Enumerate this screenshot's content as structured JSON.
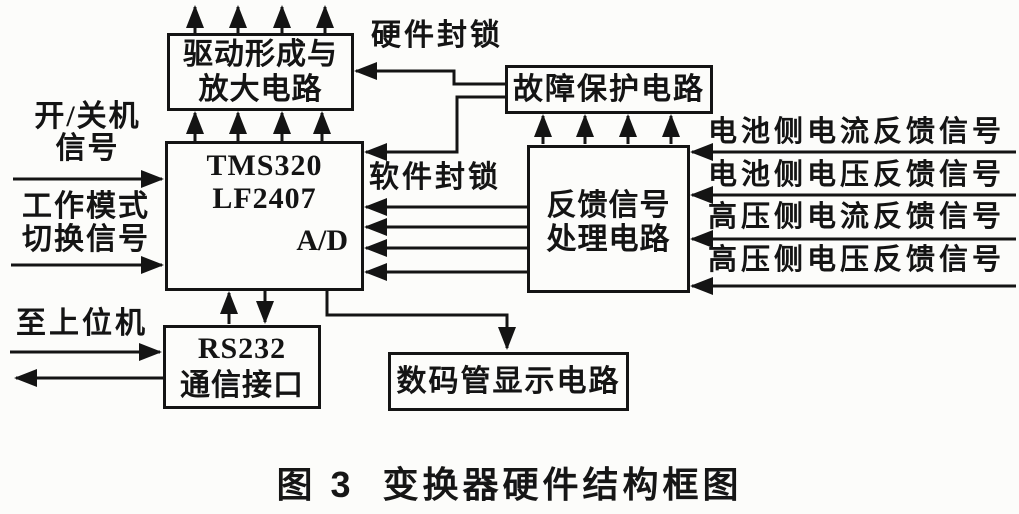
{
  "colors": {
    "ink": "#141414",
    "paper": "#fcfcfa"
  },
  "blocks": {
    "drive": {
      "line1": "驱动形成与",
      "line2": "放大电路"
    },
    "dsp": {
      "line1": "TMS320",
      "line2": "LF2407",
      "ad_label": "A/D"
    },
    "fault": {
      "label": "故障保护电路"
    },
    "feedback": {
      "line1": "反馈信号",
      "line2": "处理电路"
    },
    "rs232": {
      "line1": "RS232",
      "line2": "通信接口"
    },
    "display": {
      "label": "数码管显示电路"
    }
  },
  "labels": {
    "hardware_lock": "硬件封锁",
    "software_lock": "软件封锁",
    "power_signal_line1": "开/关机",
    "power_signal_line2": "信号",
    "mode_signal_line1": "工作模式",
    "mode_signal_line2": "切换信号",
    "to_host": "至上位机",
    "feedback_inputs": [
      "电池侧电流反馈信号",
      "电池侧电压反馈信号",
      "高压侧电流反馈信号",
      "高压侧电压反馈信号"
    ]
  },
  "caption": "图 3  变换器硬件结构框图"
}
